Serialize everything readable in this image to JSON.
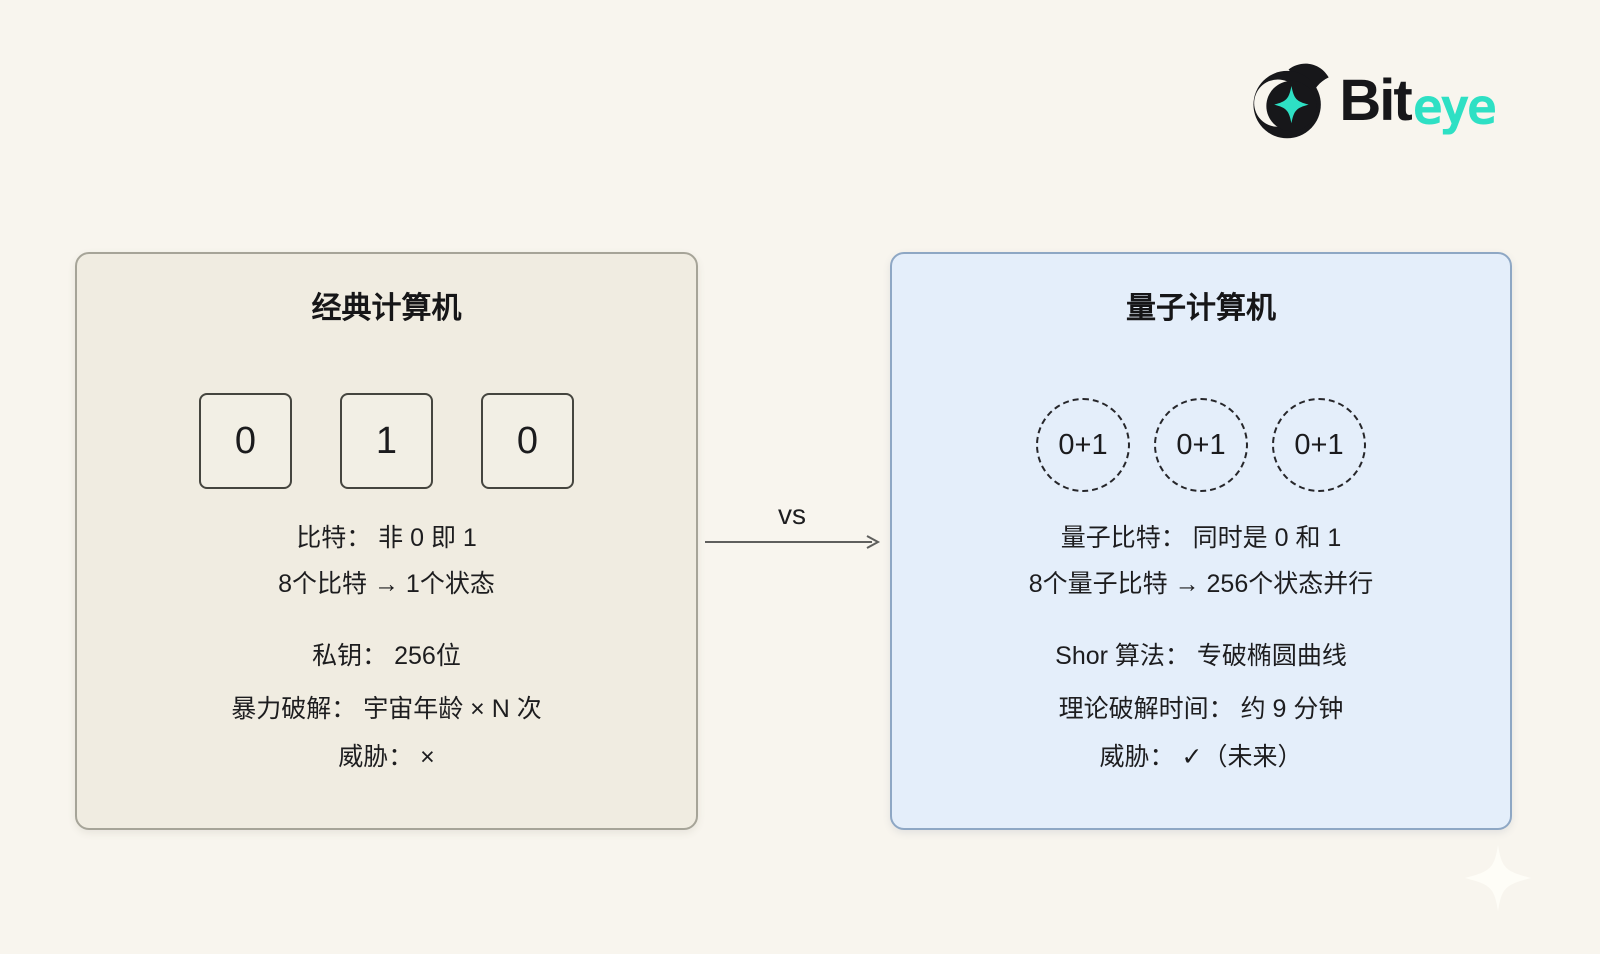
{
  "logo": {
    "brand_black": "Bit",
    "brand_teal": "eye",
    "teal_color": "#2ee0c4"
  },
  "comparison": {
    "vs_label": "vs",
    "arrow_icon": "right-arrow",
    "arrow_color": "#5f5f5d"
  },
  "classical_card": {
    "title": "经典计算机",
    "bits": [
      "0",
      "1",
      "0"
    ],
    "bit_definition": "比特： 非 0 即 1",
    "bit_states": "8个比特 → 1个状态",
    "private_key": "私钥： 256位",
    "brute_force": "暴力破解： 宇宙年龄 × N 次",
    "threat": "威胁： ×",
    "background": "#f0ece1",
    "border_color": "#a6a498"
  },
  "quantum_card": {
    "title": "量子计算机",
    "qubits": [
      "0+1",
      "0+1",
      "0+1"
    ],
    "qubit_definition": "量子比特： 同时是 0 和 1",
    "qubit_states": "8个量子比特 → 256个状态并行",
    "algorithm": "Shor 算法： 专破椭圆曲线",
    "crack_time": "理论破解时间： 约 9 分钟",
    "threat": "威胁： ✓（未来）",
    "background": "#e4eefa",
    "border_color": "#8ea7c4"
  }
}
